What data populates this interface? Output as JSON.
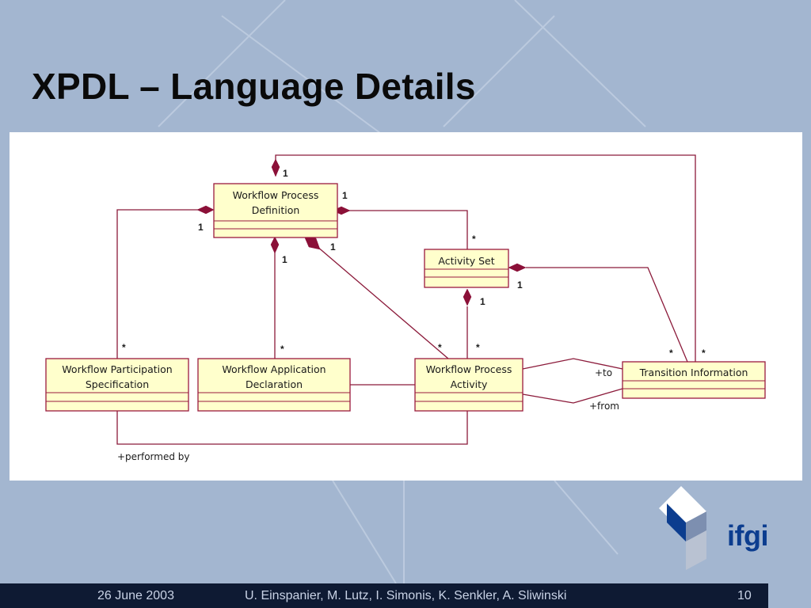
{
  "slide": {
    "title": "XPDL – Language Details",
    "footer": {
      "date": "26 June 2003",
      "authors": "U. Einspanier, M. Lutz, I. Simonis, K. Senkler, A. Sliwinski",
      "page": "10"
    },
    "logo_text": "ifgi"
  },
  "diagram": {
    "classes": {
      "wpd": [
        "Workflow Process",
        "Definition"
      ],
      "aset": [
        "Activity Set"
      ],
      "wps": [
        "Workflow Participation",
        "Specification"
      ],
      "wad": [
        "Workflow Application",
        "Declaration"
      ],
      "wpa": [
        "Workflow Process",
        "Activity"
      ],
      "ti": [
        "Transition Information"
      ]
    },
    "multiplicities": {
      "one": "1",
      "many": "*"
    },
    "roles": {
      "to": "+to",
      "from": "+from",
      "performed_by": "+performed  by"
    }
  },
  "colors": {
    "class_fill": "#ffffcc",
    "class_border": "#9a1a3e",
    "line": "#8b1a3a",
    "diamond": "#8b1038",
    "background": "#a3b6d0",
    "footer": "#0e1a33",
    "logo": "#0c3d8f"
  }
}
